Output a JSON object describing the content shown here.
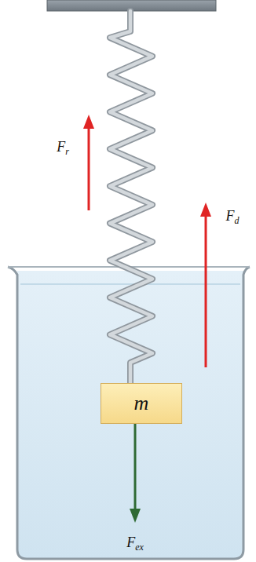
{
  "diagram": {
    "nodes": [
      {
        "text": [
          "m"
        ]
      }
    ],
    "labels": [
      "Fr",
      "Fd",
      "Fex"
    ]
  }
}
